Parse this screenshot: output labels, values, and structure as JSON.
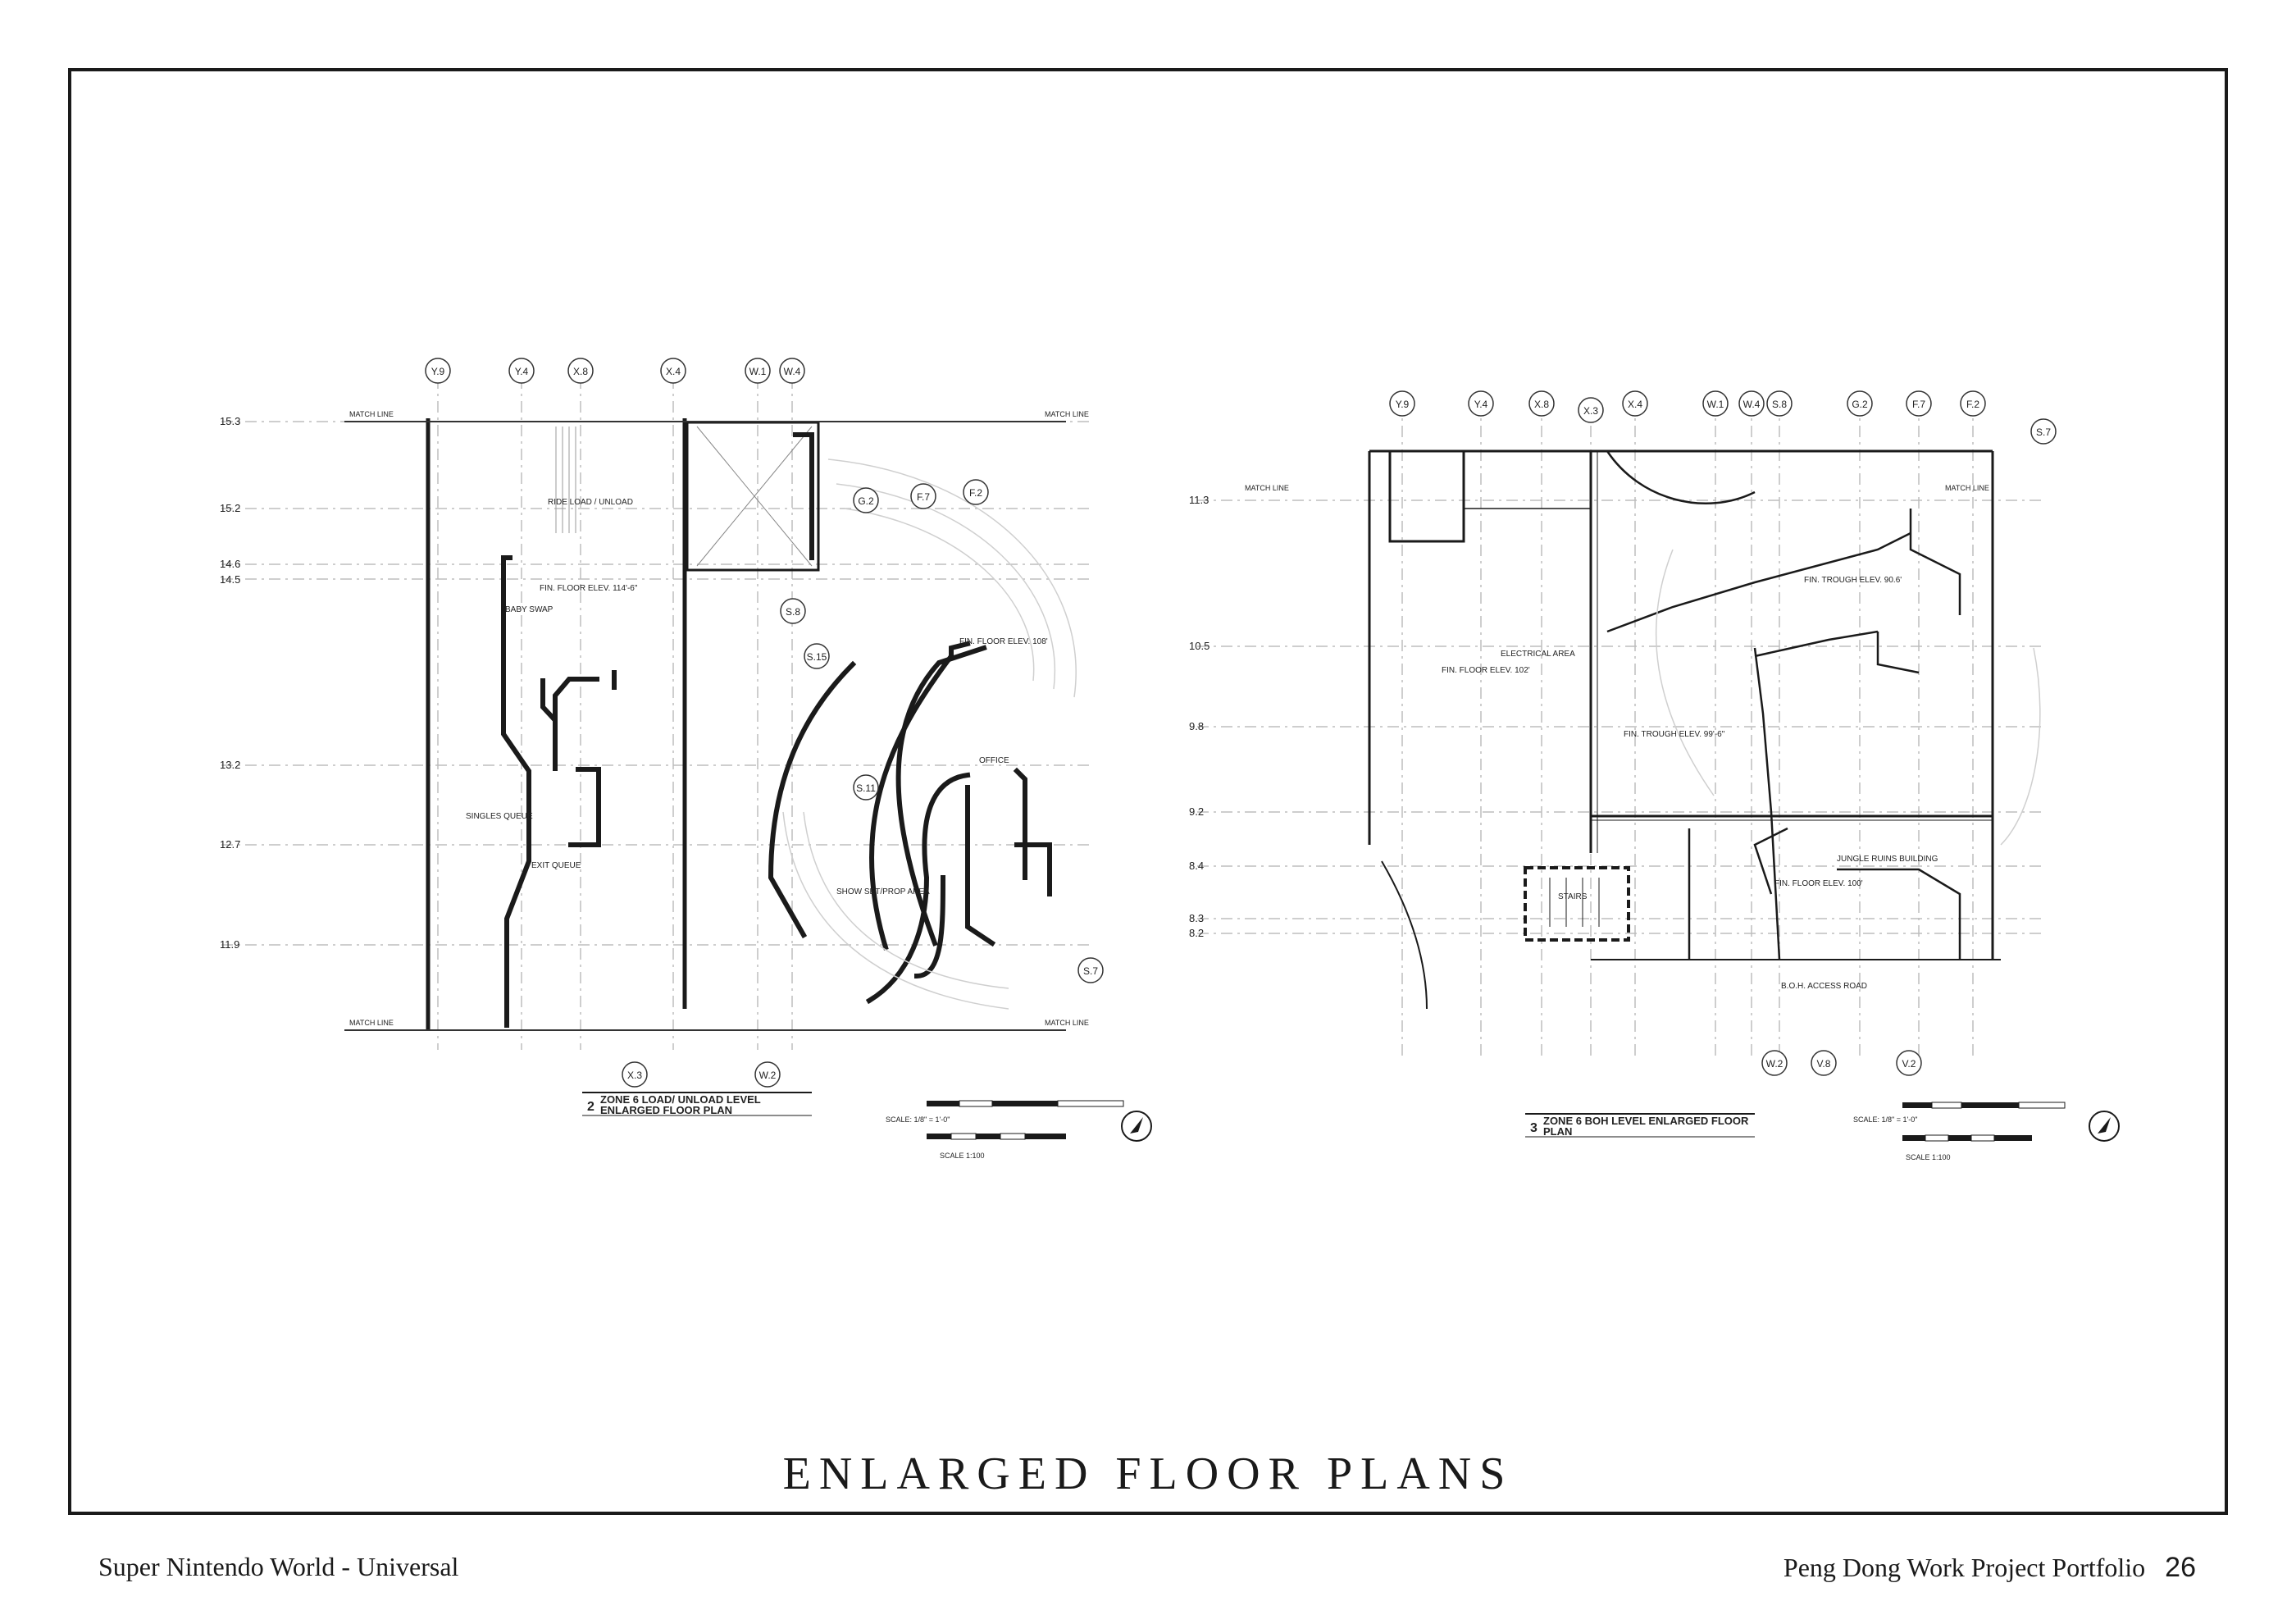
{
  "page": {
    "title": "ENLARGED FLOOR PLANS",
    "footer_left": "Super Nintendo World - Universal",
    "footer_right": "Peng Dong Work Project Portfolio",
    "page_number": "26"
  },
  "plan_left": {
    "label_number": "2",
    "title_line1": "ZONE 6 LOAD/ UNLOAD LEVEL",
    "title_line2": "ENLARGED FLOOR PLAN",
    "scale_text": "SCALE: 1/8\" = 1'-0\"",
    "scale_metric": "SCALE 1:100",
    "top_grid": [
      "Y.9",
      "Y.4",
      "X.8",
      "X.4",
      "W.1",
      "W.4"
    ],
    "bottom_grid": [
      "X.3",
      "W.2"
    ],
    "interior_grid": [
      "G.2",
      "F.7",
      "F.2",
      "S.8",
      "S.15",
      "S.11",
      "S.7"
    ],
    "row_grid": [
      "15.3",
      "15.2",
      "14.6",
      "14.5",
      "13.2",
      "12.7",
      "11.9"
    ],
    "match_line": "MATCH LINE",
    "room_labels": [
      "FIN. FLOOR ELEV. 114'-6\"",
      "BABY SWAP",
      "SINGLES QUEUE",
      "EXIT QUEUE",
      "RIDE LOAD / UNLOAD",
      "SHOW SET/PROP AREA",
      "FIN. FLOOR ELEV. 108'",
      "OFFICE"
    ]
  },
  "plan_right": {
    "label_number": "3",
    "title_line1": "ZONE 6 BOH LEVEL ENLARGED FLOOR",
    "title_line2": "PLAN",
    "scale_text": "SCALE: 1/8\" = 1'-0\"",
    "scale_metric": "SCALE 1:100",
    "top_grid": [
      "Y.9",
      "Y.4",
      "X.8",
      "X.3",
      "X.4",
      "W.1",
      "W.4",
      "S.8",
      "G.2",
      "F.7",
      "F.2"
    ],
    "bottom_grid": [
      "W.2",
      "V.8",
      "V.2"
    ],
    "side_grid": [
      "S.7"
    ],
    "row_grid": [
      "11.3",
      "10.5",
      "9.8",
      "9.2",
      "8.4",
      "8.3",
      "8.2"
    ],
    "match_line": "MATCH LINE",
    "room_labels": [
      "FIN. FLOOR ELEV. 102'",
      "FIN. TROUGH ELEV. 99'-6\"",
      "FIN. TROUGH ELEV. 90.6'",
      "FIN. FLOOR ELEV. 100'",
      "JUNGLE RUINS BUILDING",
      "ELECTRICAL AREA",
      "STAIRS",
      "B.O.H. ACCESS ROAD"
    ]
  }
}
